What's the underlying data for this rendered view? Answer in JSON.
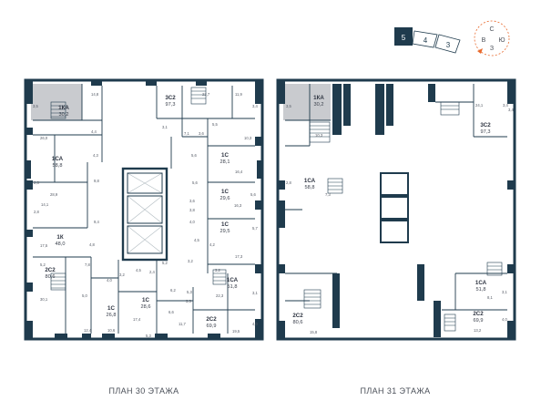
{
  "floor_30": {
    "caption": "ПЛАН 30 ЭТАЖА",
    "apartments": [
      {
        "code": "1КА",
        "area": "30,2"
      },
      {
        "code": "3С2",
        "area": "97,3"
      },
      {
        "code": "1СА",
        "area": "58,8"
      },
      {
        "code": "1С",
        "area": "28,1"
      },
      {
        "code": "1С",
        "area": "29,6"
      },
      {
        "code": "1С",
        "area": "29,5"
      },
      {
        "code": "1К",
        "area": "48,0"
      },
      {
        "code": "2С2",
        "area": "80,6"
      },
      {
        "code": "1СА",
        "area": "51,8"
      },
      {
        "code": "1С",
        "area": "28,6"
      },
      {
        "code": "1С",
        "area": "26,8"
      },
      {
        "code": "2С2",
        "area": "69,9"
      }
    ],
    "rooms": [
      "14,8",
      "22,7",
      "11,9",
      "3,4",
      "3,5",
      "26,0",
      "4,4",
      "5,5",
      "3,1",
      "7,1",
      "3,6",
      "10,3",
      "4,3",
      "5,6",
      "9,8",
      "16,4",
      "5,6",
      "2,8",
      "28,9",
      "3,6",
      "5,6",
      "2,8",
      "14,1",
      "3,8",
      "16,3",
      "9,4",
      "4,0",
      "5,7",
      "4,5",
      "17,5",
      "4,8",
      "4,2",
      "17,3",
      "7,8",
      "4,5",
      "2,4",
      "5,2",
      "3,2",
      "3,2",
      "5,2",
      "4,0",
      "3,2",
      "6,2",
      "5,0",
      "5,3",
      "22,3",
      "30,1",
      "3,5",
      "3,1",
      "6,6",
      "17,4",
      "11,7",
      "4,0",
      "12,4",
      "10,6",
      "5,3",
      "19,5"
    ]
  },
  "floor_31": {
    "caption": "ПЛАН 31 ЭТАЖА",
    "apartments": [
      {
        "code": "1КА",
        "area": "30,2"
      },
      {
        "code": "3С2",
        "area": "97,3"
      },
      {
        "code": "1СА",
        "area": "58,8"
      },
      {
        "code": "1СА",
        "area": "51,8"
      },
      {
        "code": "2С2",
        "area": "80,6"
      },
      {
        "code": "2С2",
        "area": "69,9"
      }
    ],
    "rooms": [
      "24,1",
      "3,4",
      "10,3",
      "2,8",
      "7,3",
      "8,1",
      "4,0",
      "15,8",
      "13,2",
      "3,1",
      "3,4",
      "3,5"
    ]
  },
  "locator": {
    "floor_number": "5",
    "sections": [
      "4",
      "3"
    ],
    "compass": {
      "north": "С",
      "south": "Ю",
      "west": "З",
      "east": "В"
    }
  },
  "colors": {
    "wall": "#1f3b4d",
    "highlight": "#c9cbcf",
    "background": "#ffffff",
    "accent": "#e8692c"
  }
}
